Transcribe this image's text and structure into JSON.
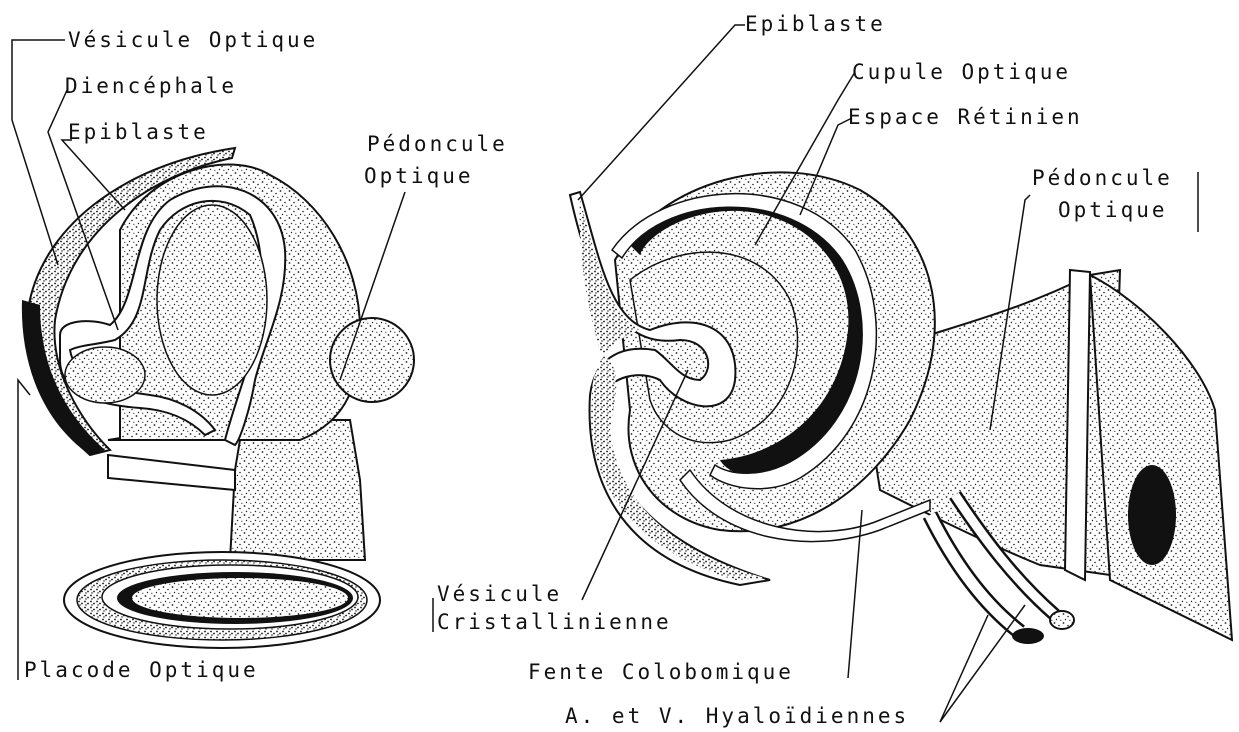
{
  "figure": {
    "left_panel": {
      "labels": {
        "vesicule_optique": "Vésicule Optique",
        "diencephale": "Diencéphale",
        "epiblaste": "Epiblaste",
        "pedoncule_optique_line1": "Pédoncule",
        "pedoncule_optique_line2": "Optique",
        "placode_optique": "Placode Optique"
      }
    },
    "right_panel": {
      "labels": {
        "epiblaste": "Epiblaste",
        "cupule_optique": "Cupule Optique",
        "espace_retinien": "Espace Rétinien",
        "pedoncule_optique_line1": "Pédoncule",
        "pedoncule_optique_line2": "Optique",
        "vesicule_cristallinienne_line1": "Vésicule",
        "vesicule_cristallinienne_line2": "Cristallinienne",
        "fente_colobomique": "Fente Colobomique",
        "hyaloidiennes": "A. et V. Hyaloïdiennes"
      }
    },
    "colors": {
      "ink": "#111111",
      "paper": "#ffffff"
    }
  }
}
